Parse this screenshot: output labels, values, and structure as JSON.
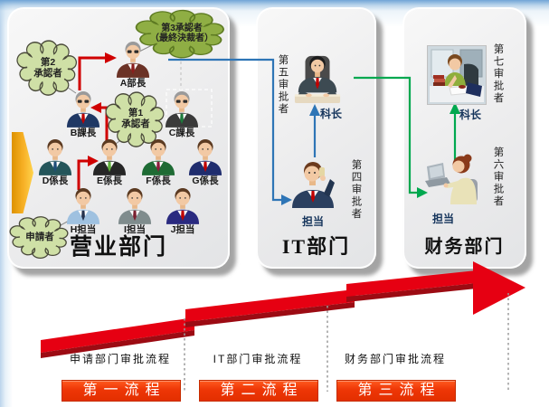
{
  "sales": {
    "title": "营业部门",
    "people": [
      {
        "label": "A部長"
      },
      {
        "label": "B課長"
      },
      {
        "label": "C課長"
      },
      {
        "label": "D係長"
      },
      {
        "label": "E係長"
      },
      {
        "label": "F係長"
      },
      {
        "label": "G係長"
      },
      {
        "label": "H担当"
      },
      {
        "label": "I担当"
      },
      {
        "label": "J担当"
      }
    ],
    "clouds": {
      "third": {
        "line1": "第3承認者",
        "line2": "（最終決裁者）"
      },
      "second": {
        "line1": "第2",
        "line2": "承認者"
      },
      "first": {
        "line1": "第1",
        "line2": "承認者"
      },
      "applicant": {
        "line1": "申請者"
      }
    }
  },
  "it": {
    "title": "IT部门",
    "manager": {
      "label": "科长",
      "side": "第五审批者"
    },
    "staff": {
      "label": "担当",
      "side": "第四审批者"
    }
  },
  "finance": {
    "title": "财务部门",
    "manager": {
      "label": "科长",
      "side": "第七审批者"
    },
    "staff": {
      "label": "担当",
      "side": "第六审批者"
    }
  },
  "stages": [
    {
      "caption": "申请部门审批流程",
      "box": "第一流程"
    },
    {
      "caption": "IT部门审批流程",
      "box": "第二流程"
    },
    {
      "caption": "财务部门审批流程",
      "box": "第三流程"
    }
  ],
  "colors": {
    "flow_red": "#e60012",
    "approval_arrow_red": "#d00000",
    "link_blue": "#2e75b6",
    "link_green": "#00a84f",
    "stage_box_red": "#ee3606",
    "cloud_green_light": "#cfe0a6",
    "cloud_green_dark": "#8fae44",
    "chevron_yellow": "#f7b127"
  }
}
